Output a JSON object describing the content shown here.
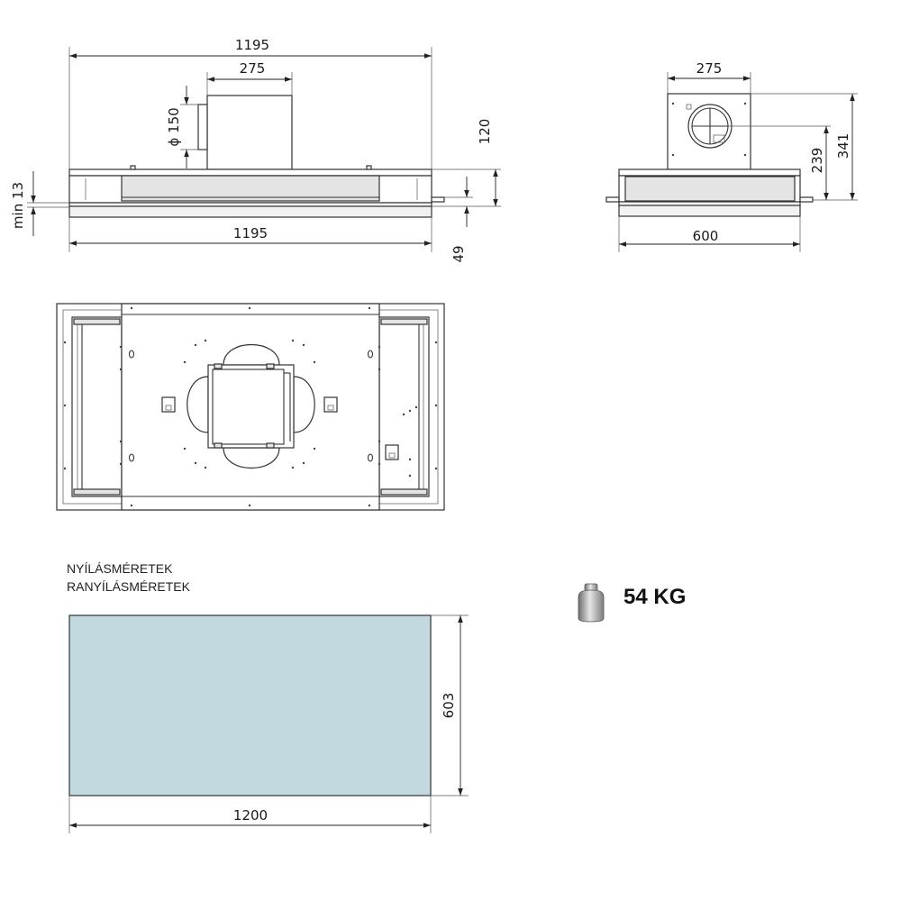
{
  "front_view": {
    "width_top": "1195",
    "width_bottom": "1195",
    "motor_width": "275",
    "duct_diameter": "ϕ 150",
    "motor_height": "120",
    "min_gap": "min 13",
    "body_height": "49"
  },
  "side_view": {
    "motor_width": "275",
    "depth": "600",
    "outlet_height": "239",
    "total_height": "341"
  },
  "cutout": {
    "label_line1": "NYÍLÁSMÉRETEK",
    "label_line2": "RANYÍLÁSMÉRETEK",
    "width": "1200",
    "height": "603",
    "fill_color": "#c3d9e0"
  },
  "weight": {
    "value": "54 KG",
    "icon": "weight-icon"
  }
}
